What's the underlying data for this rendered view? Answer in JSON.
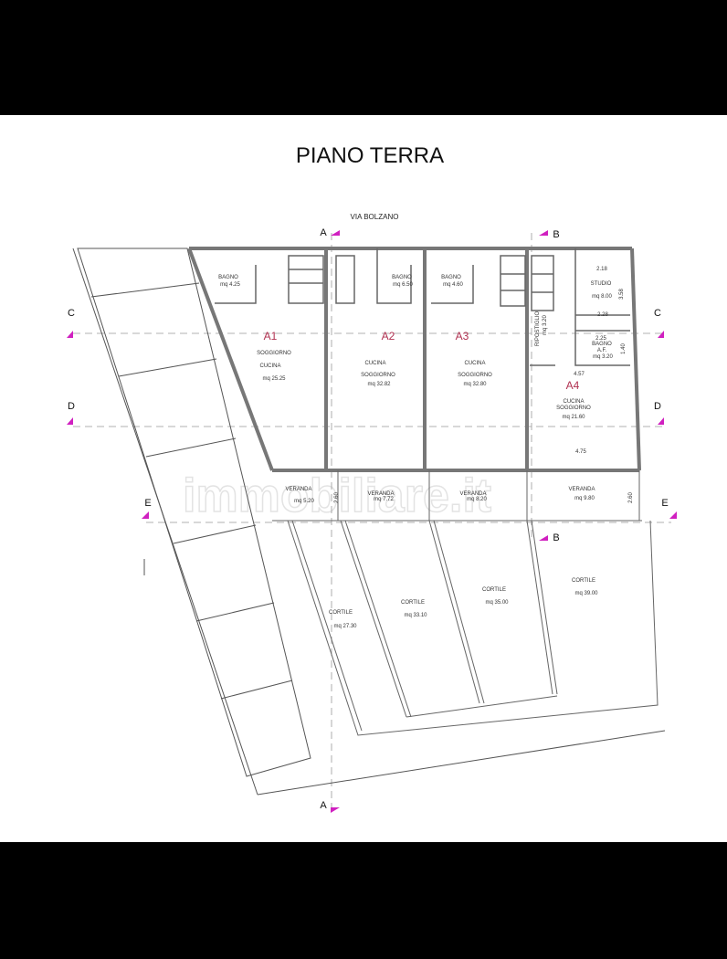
{
  "title": "PIANO TERRA",
  "street": "VIA BOLZANO",
  "watermark": "immobiliare.it",
  "section_marker_color": "#d020c0",
  "sections": {
    "a": "A",
    "b": "B",
    "c": "C",
    "d": "D",
    "e": "E"
  },
  "units": [
    {
      "name": "A1",
      "bath_label": "BAGNO",
      "bath_area": "mq 4.25",
      "living_label_1": "SOGGIORNO",
      "living_label_2": "CUCINA",
      "living_area": "mq 25.25",
      "veranda_label": "VERANDA",
      "veranda_area": "mq 5.20",
      "cortile_label": "CORTILE",
      "cortile_area": "mq 27.30"
    },
    {
      "name": "A2",
      "bath_label": "BAGNO",
      "bath_area": "mq 6.50",
      "living_label_1": "CUCINA",
      "living_label_2": "SOGGIORNO",
      "living_area": "mq 32.82",
      "veranda_label": "VERANDA",
      "veranda_area": "mq 7.72",
      "cortile_label": "CORTILE",
      "cortile_area": "mq 33.10"
    },
    {
      "name": "A3",
      "bath_label": "BAGNO",
      "bath_area": "mq 4.60",
      "living_label_1": "CUCINA",
      "living_label_2": "SOGGIORNO",
      "living_area": "mq 32.80",
      "veranda_label": "VERANDA",
      "veranda_area": "mq 8.20",
      "cortile_label": "CORTILE",
      "cortile_area": "mq 35.00"
    },
    {
      "name": "A4",
      "study_label": "STUDIO",
      "study_area": "mq 8.00",
      "bath_label": "BAGNO",
      "bath_sub": "A.F.",
      "bath_area": "mq 3.20",
      "closet_label": "RIPOSTIGLIO",
      "closet_area": "mq 3.20",
      "living_label_1": "CUCINA",
      "living_label_2": "SOGGIORNO",
      "living_area": "mq 21.60",
      "veranda_label": "VERANDA",
      "veranda_area": "mq 9.80",
      "cortile_label": "CORTILE",
      "cortile_area": "mq 39.00"
    }
  ],
  "dimensions": {
    "d1": "2.18",
    "d2": "2.28",
    "d3": "2.25",
    "d4": "4.57",
    "d5": "4.75",
    "d6": "3.58",
    "d7": "1.40",
    "d8": "2.60",
    "d9": "2.60"
  }
}
